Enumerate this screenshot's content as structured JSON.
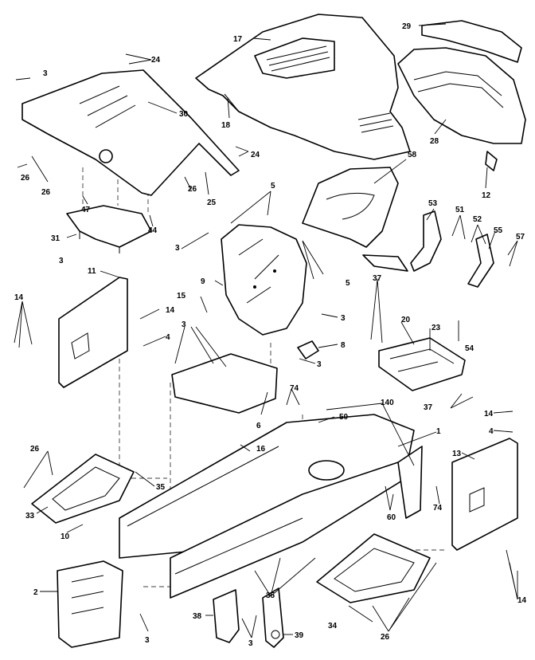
{
  "callouts": {
    "c3": "3",
    "c24": "24",
    "c30": "30",
    "c17": "17",
    "c18": "18",
    "c29": "29",
    "c28": "28",
    "c12": "12",
    "c26": "26",
    "c25": "25",
    "c47": "47",
    "c31": "31",
    "c44": "44",
    "c5": "5",
    "c58": "58",
    "c53": "53",
    "c51": "51",
    "c52": "52",
    "c55": "55",
    "c57": "57",
    "c9": "9",
    "c14": "14",
    "c11": "11",
    "c15": "15",
    "c4": "4",
    "c8": "8",
    "c37": "37",
    "c20": "20",
    "c23": "23",
    "c54": "54",
    "c6": "6",
    "c74": "74",
    "c140": "140",
    "c50": "50",
    "c1": "1",
    "c16": "16",
    "c13": "13",
    "c35": "35",
    "c33": "33",
    "c10": "10",
    "c60": "60",
    "c2": "2",
    "c39": "39",
    "c34": "34"
  },
  "colors": {
    "ink": "#000000",
    "paper": "#ffffff"
  }
}
